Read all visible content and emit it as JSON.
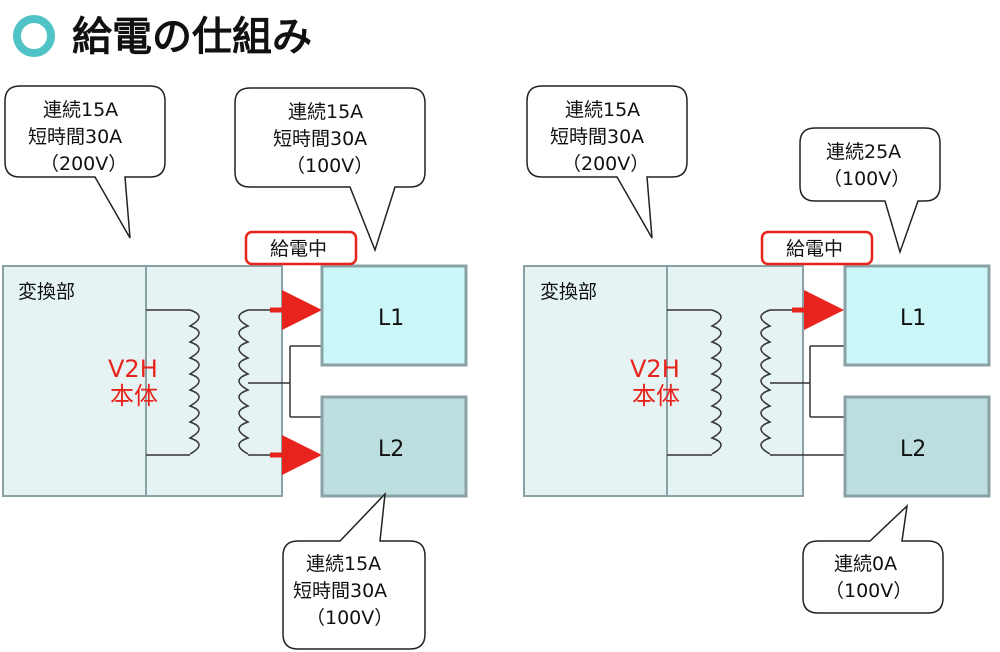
{
  "title": "給電の仕組み",
  "colors": {
    "bullet": "#4fc3c6",
    "red": "#e8231c",
    "converter_fill": "#e6f3f3",
    "l1_fill": "#ccf7f8",
    "l2_fill": "#bcdede",
    "box_border": "#8aa2a6"
  },
  "left": {
    "converter_label": "変換部",
    "v2h_label_line1": "V2H",
    "v2h_label_line2": "本体",
    "badge": "給電中",
    "l1": "L1",
    "l2": "L2",
    "callout_source": [
      "連続15A",
      "短時間30A",
      "（200V）"
    ],
    "callout_l1": [
      "連続15A",
      "短時間30A",
      "（100V）"
    ],
    "callout_l2": [
      "連続15A",
      "短時間30A",
      "（100V）"
    ]
  },
  "right": {
    "converter_label": "変換部",
    "v2h_label_line1": "V2H",
    "v2h_label_line2": "本体",
    "badge": "給電中",
    "l1": "L1",
    "l2": "L2",
    "callout_source": [
      "連続15A",
      "短時間30A",
      "（200V）"
    ],
    "callout_l1": [
      "連続25A",
      "（100V）"
    ],
    "callout_l2": [
      "連続0A",
      "（100V）"
    ]
  }
}
